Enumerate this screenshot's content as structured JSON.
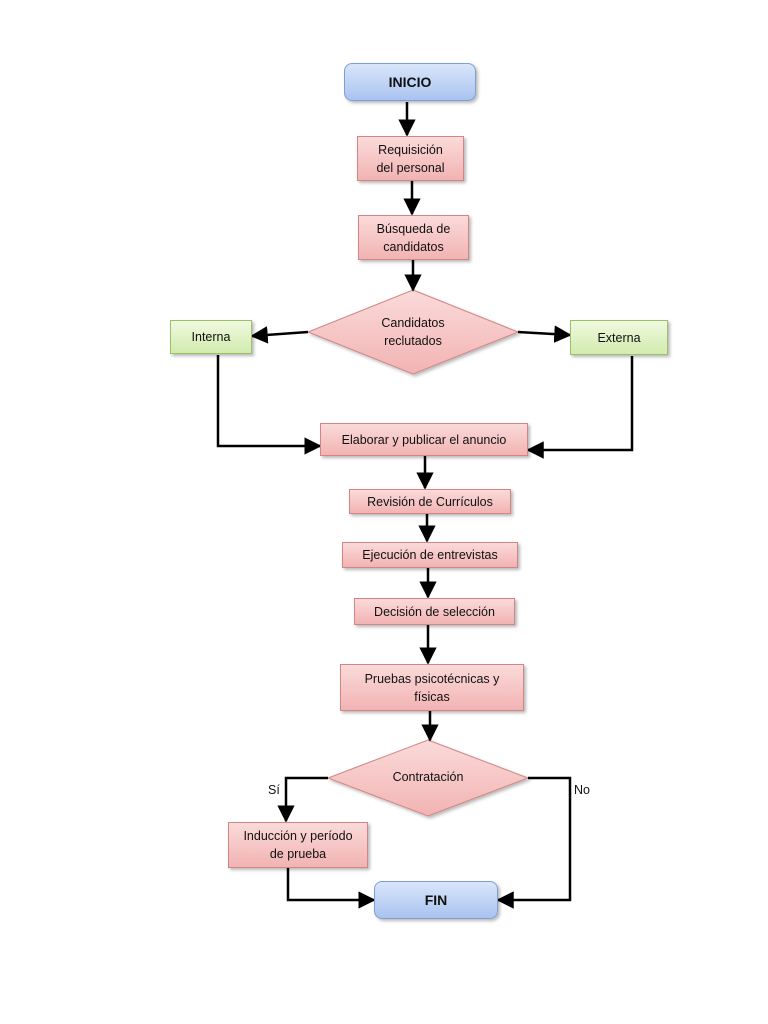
{
  "nodes": {
    "inicio": "INICIO",
    "requisicion": "Requisición\ndel personal",
    "busqueda": "Búsqueda de\ncandidatos",
    "candidatos": "Candidatos\nreclutados",
    "interna": "Interna",
    "externa": "Externa",
    "elaborar": "Elaborar y publicar el anuncio",
    "revision": "Revisión de Currículos",
    "ejecucion": "Ejecución de entrevistas",
    "decision": "Decisión de selección",
    "pruebas": "Pruebas psicotécnicas y\nfísicas",
    "contratacion": "Contratación",
    "induccion": "Inducción y período\nde prueba",
    "fin": "FIN"
  },
  "edges": {
    "si": "Sí",
    "no": "No"
  },
  "colors": {
    "terminal": "#b9cff3",
    "process": "#f6c4c4",
    "option": "#e2f2c6",
    "line": "#000000"
  }
}
